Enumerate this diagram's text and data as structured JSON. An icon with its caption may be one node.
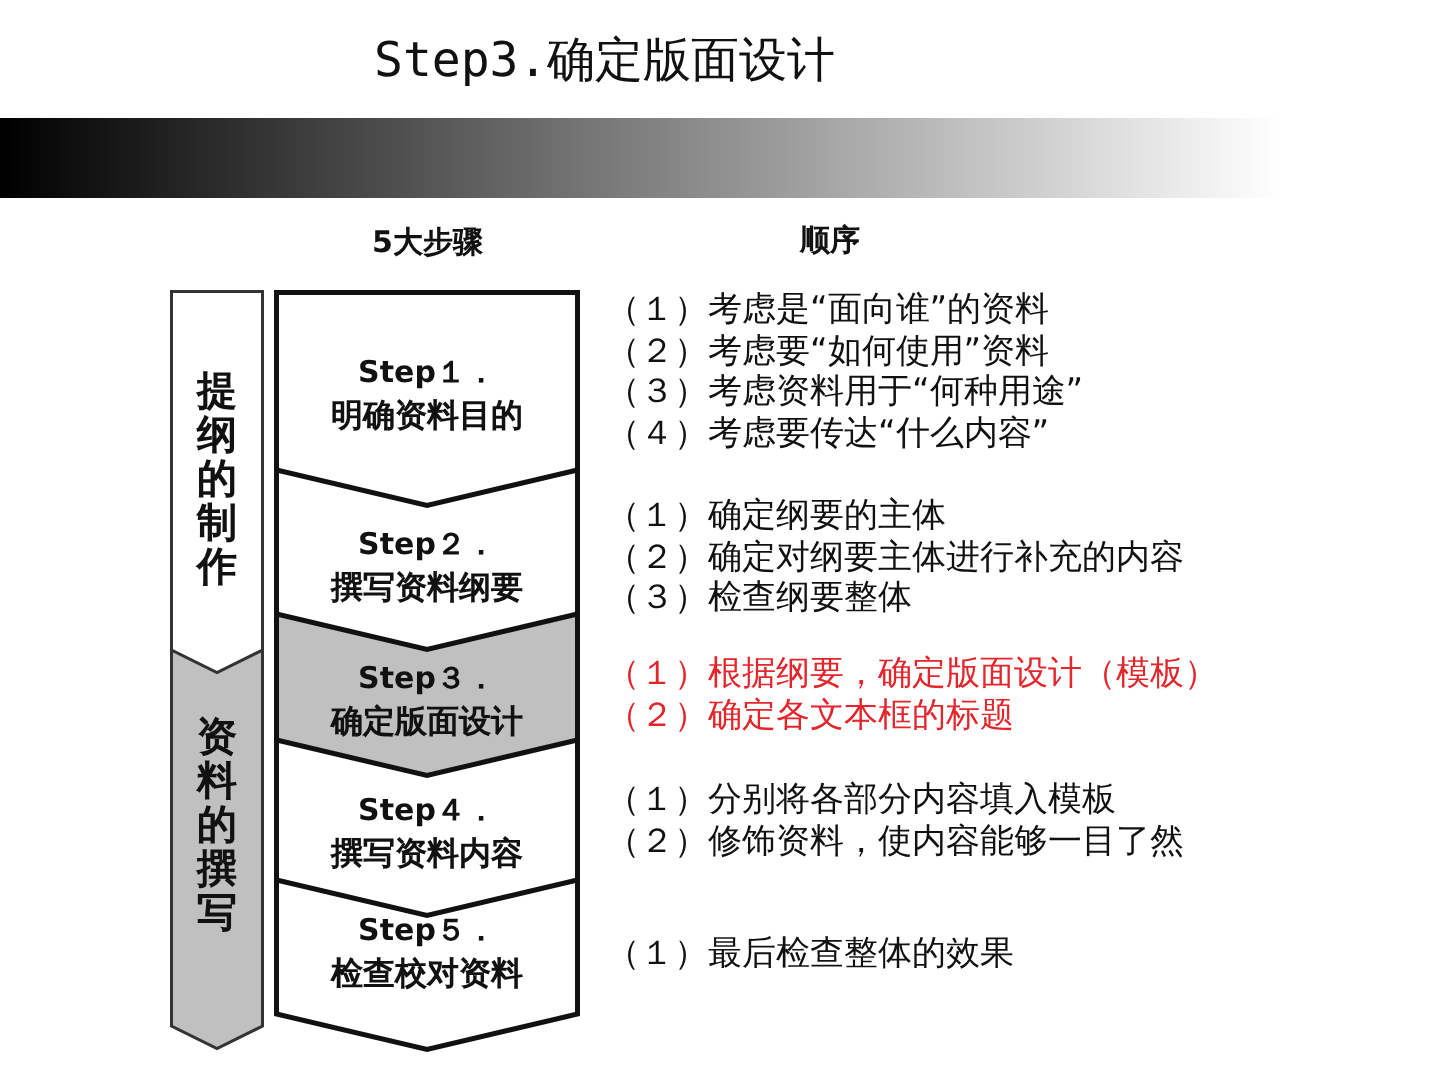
{
  "diagram": {
    "title": "Step3.确定版面设计",
    "nodes": [
      {
        "text": [],
        "shape": "bar"
      },
      {
        "text": [
          "提纲的制作"
        ]
      },
      {
        "text": [
          "资料的撰写"
        ]
      },
      {
        "text": [
          "Step１．",
          "明确资料目的"
        ],
        "beside": [
          "（１）考虑是“面向谁”的资料",
          "（２）考虑要“如何使用”资料",
          "（３）考虑资料用于“何种用途”",
          "（４）考虑要传达“什么内容”"
        ]
      },
      {
        "text": [
          "Step２．",
          "撰写资料纲要"
        ],
        "beside": [
          "（１）确定纲要的主体",
          "（２）确定对纲要主体进行补充的内容",
          "（３）检查纲要整体"
        ]
      },
      {
        "text": [
          "Step３．",
          "确定版面设计"
        ],
        "beside": [
          "（１）根据纲要，确定版面设计（模板）",
          "（２）确定各文本框的标题"
        ]
      },
      {
        "text": [
          "Step４．",
          "撰写资料内容"
        ],
        "beside": [
          "（１）分别将各部分内容填入模板",
          "（２）修饰资料，使内容能够一目了然"
        ]
      },
      {
        "text": [
          "Step５．",
          "检查校对资料"
        ],
        "beside": [
          "（１）最后检查整体的效果"
        ]
      }
    ],
    "labels": [
      "5大步骤",
      "顺序"
    ]
  }
}
